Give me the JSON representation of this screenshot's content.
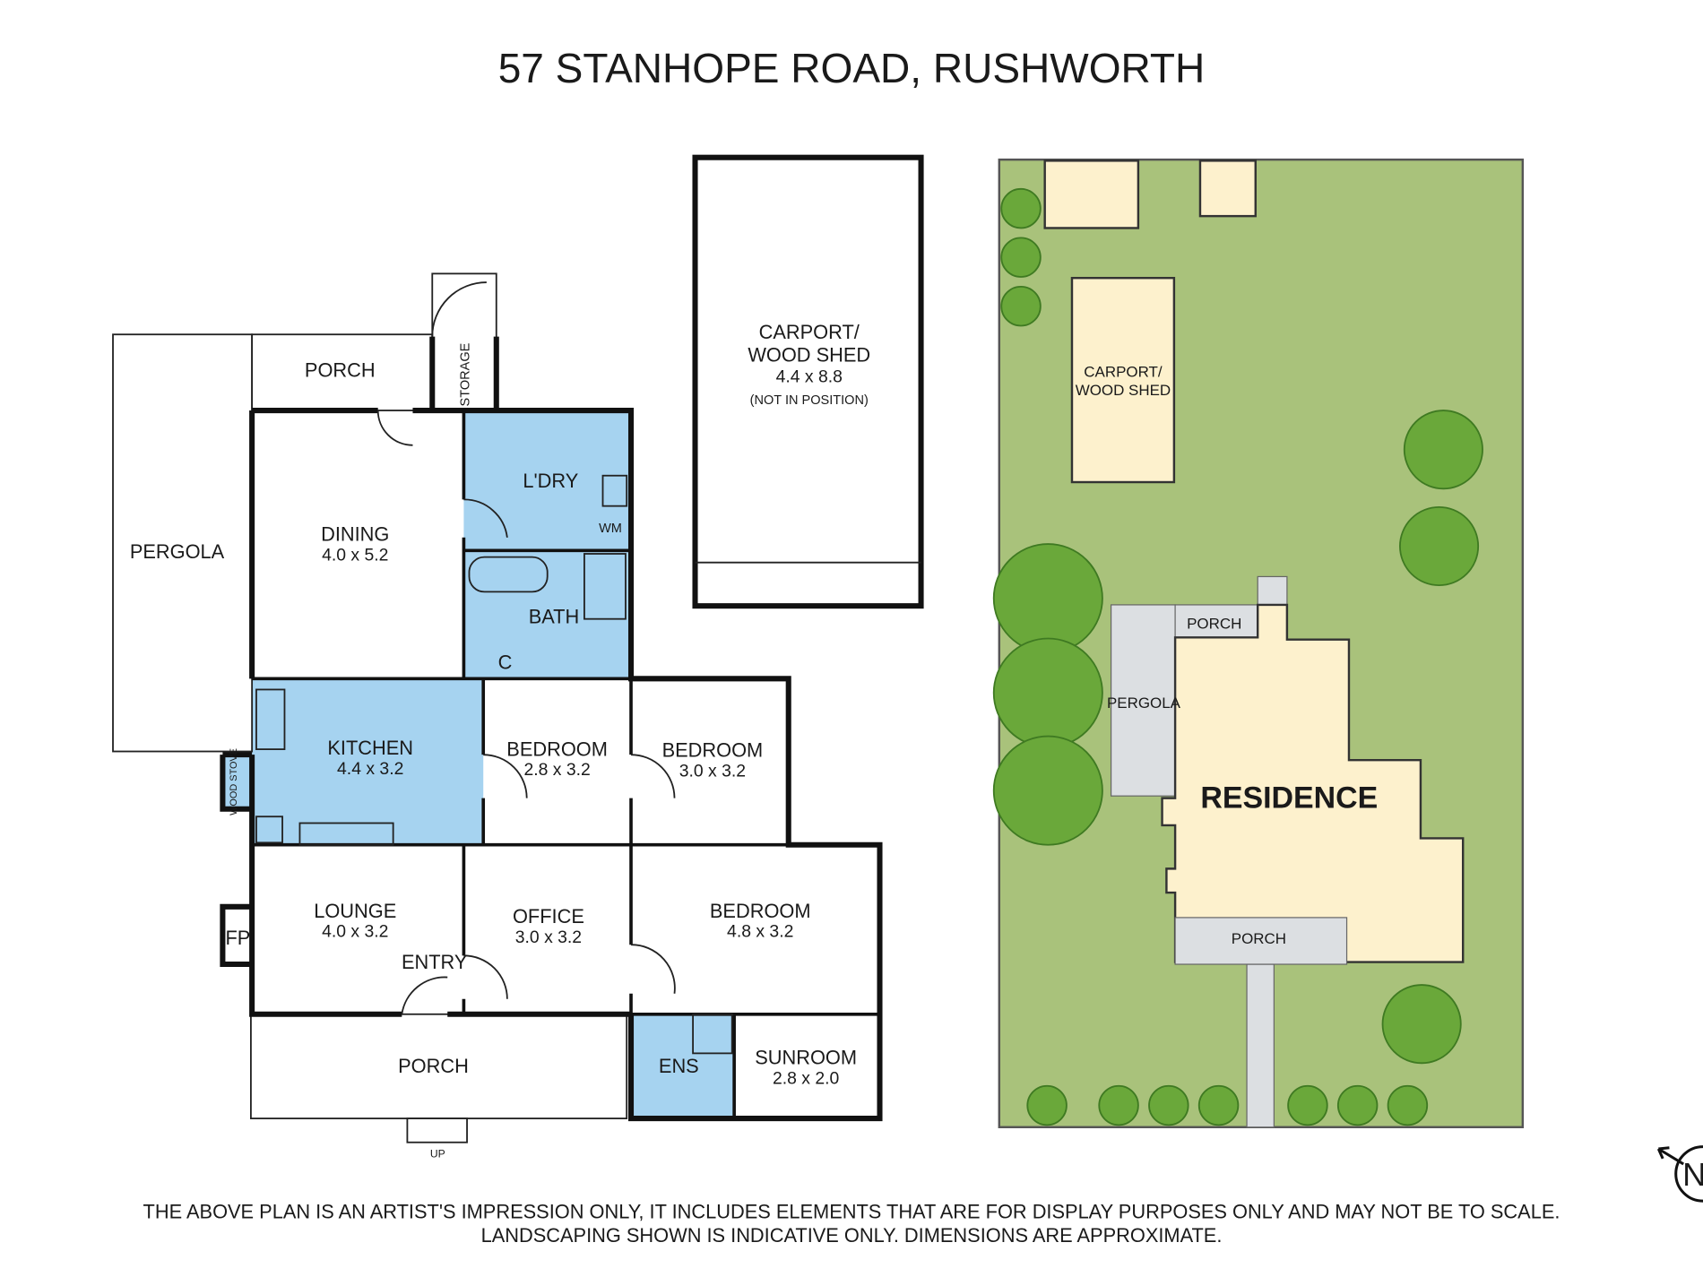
{
  "title": "57 STANHOPE ROAD, RUSHWORTH",
  "floor_plan": {
    "rooms": [
      {
        "name": "PORCH"
      },
      {
        "name": "STORAGE"
      },
      {
        "name": "PERGOLA"
      },
      {
        "name": "DINING",
        "dims": "4.0 x 5.2"
      },
      {
        "name": "L'DRY"
      },
      {
        "name": "WM"
      },
      {
        "name": "BATH"
      },
      {
        "name": "C"
      },
      {
        "name": "KITCHEN",
        "dims": "4.4 x 3.2"
      },
      {
        "name": "WOOD STOVE"
      },
      {
        "name": "BEDROOM",
        "dims": "2.8 x 3.2"
      },
      {
        "name": "BEDROOM",
        "dims": "3.0 x 3.2"
      },
      {
        "name": "LOUNGE",
        "dims": "4.0 x 3.2"
      },
      {
        "name": "FP"
      },
      {
        "name": "ENTRY"
      },
      {
        "name": "OFFICE",
        "dims": "3.0 x 3.2"
      },
      {
        "name": "BEDROOM",
        "dims": "4.8 x 3.2"
      },
      {
        "name": "PORCH"
      },
      {
        "name": "ENS"
      },
      {
        "name": "SUNROOM",
        "dims": "2.8 x 2.0"
      },
      {
        "name": "UP"
      }
    ],
    "carport": {
      "name_line1": "CARPORT/",
      "name_line2": "WOOD SHED",
      "dims": "4.4 x 8.8",
      "note": "(NOT IN POSITION)"
    }
  },
  "site_plan": {
    "carport_line1": "CARPORT/",
    "carport_line2": "WOOD SHED",
    "porch_top": "PORCH",
    "pergola": "PERGOLA",
    "residence": "RESIDENCE",
    "porch_bottom": "PORCH",
    "north": "N",
    "colors": {
      "lawn": "#a9c27b",
      "building": "#fdf1cd",
      "paving": "#dcdfe2",
      "wet_area": "#a6d3f0",
      "tree": "#6aa83a"
    }
  },
  "footer": {
    "line1": "THE ABOVE PLAN IS AN ARTIST'S IMPRESSION ONLY, IT INCLUDES ELEMENTS THAT ARE FOR DISPLAY PURPOSES ONLY AND MAY NOT BE TO SCALE.",
    "line2": "LANDSCAPING SHOWN IS INDICATIVE ONLY. DIMENSIONS ARE APPROXIMATE."
  }
}
